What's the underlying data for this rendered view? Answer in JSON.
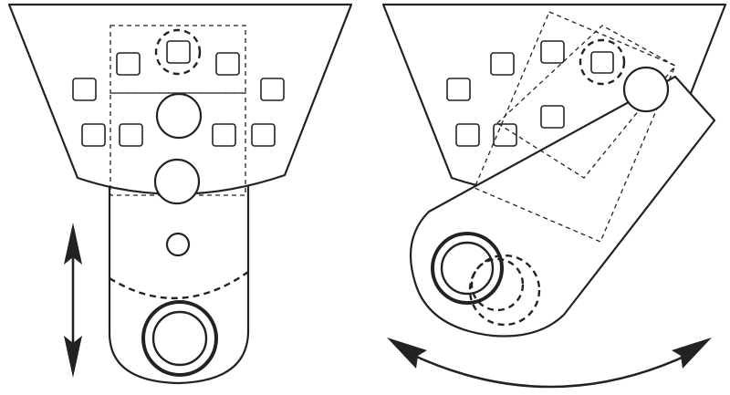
{
  "panels": [
    {
      "id": "straight",
      "motion": "linear-vertical"
    },
    {
      "id": "rotated",
      "motion": "rotational-arc"
    }
  ],
  "colors": {
    "stroke": "#222222",
    "background": "#ffffff"
  }
}
